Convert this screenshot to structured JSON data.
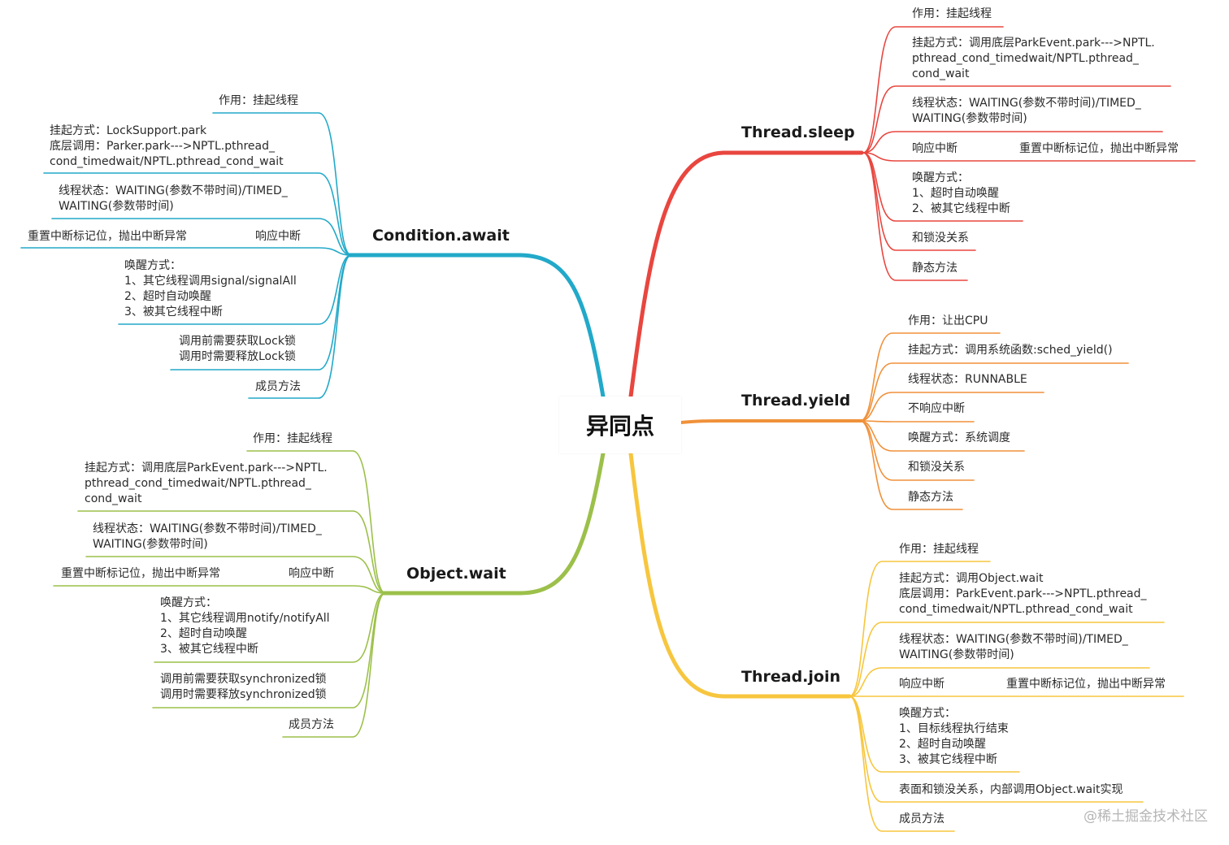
{
  "center": {
    "label": "异同点"
  },
  "colors": {
    "sleep": "#e8463f",
    "yield": "#f0913a",
    "join": "#f7c63f",
    "wait": "#9cc04a",
    "await": "#22a9c9"
  },
  "thread_sleep": {
    "title": "Thread.sleep",
    "effect": "作用：挂起线程",
    "method": "挂起方式：调用底层ParkEvent.park--->NPTL.\npthread_cond_timedwait/NPTL.pthread_\ncond_wait",
    "state": "线程状态：WAITING(参数不带时间)/TIMED_\nWAITING(参数带时间)",
    "interrupt_label": "响应中断",
    "interrupt_detail": "重置中断标记位，抛出中断异常",
    "wakeup": "唤醒方式：\n1、超时自动唤醒\n2、被其它线程中断",
    "lock": "和锁没关系",
    "kind": "静态方法"
  },
  "thread_yield": {
    "title": "Thread.yield",
    "effect": "作用：让出CPU",
    "method": "挂起方式：调用系统函数:sched_yield()",
    "state": "线程状态：RUNNABLE",
    "interrupt": "不响应中断",
    "wakeup": "唤醒方式：系统调度",
    "lock": "和锁没关系",
    "kind": "静态方法"
  },
  "thread_join": {
    "title": "Thread.join",
    "effect": "作用：挂起线程",
    "method": "挂起方式：调用Object.wait\n底层调用：ParkEvent.park--->NPTL.pthread_\ncond_timedwait/NPTL.pthread_cond_wait",
    "state": "线程状态：WAITING(参数不带时间)/TIMED_\nWAITING(参数带时间)",
    "interrupt_label": "响应中断",
    "interrupt_detail": "重置中断标记位，抛出中断异常",
    "wakeup": "唤醒方式：\n1、目标线程执行结束\n2、超时自动唤醒\n3、被其它线程中断",
    "lock": "表面和锁没关系，内部调用Object.wait实现",
    "kind": "成员方法"
  },
  "condition_await": {
    "title": "Condition.await",
    "effect": "作用：挂起线程",
    "method": "挂起方式：LockSupport.park\n底层调用：Parker.park--->NPTL.pthread_\ncond_timedwait/NPTL.pthread_cond_wait",
    "state": "线程状态：WAITING(参数不带时间)/TIMED_\nWAITING(参数带时间)",
    "interrupt_detail": "重置中断标记位，抛出中断异常",
    "interrupt_label": "响应中断",
    "wakeup": "唤醒方式：\n1、其它线程调用signal/signalAll\n2、超时自动唤醒\n3、被其它线程中断",
    "lock": "调用前需要获取Lock锁\n调用时需要释放Lock锁",
    "kind": "成员方法"
  },
  "object_wait": {
    "title": "Object.wait",
    "effect": "作用：挂起线程",
    "method": "挂起方式：调用底层ParkEvent.park--->NPTL.\npthread_cond_timedwait/NPTL.pthread_\ncond_wait",
    "state": "线程状态：WAITING(参数不带时间)/TIMED_\nWAITING(参数带时间)",
    "interrupt_detail": "重置中断标记位，抛出中断异常",
    "interrupt_label": "响应中断",
    "wakeup": "唤醒方式：\n1、其它线程调用notify/notifyAll\n2、超时自动唤醒\n3、被其它线程中断",
    "lock": "调用前需要获取synchronized锁\n调用时需要释放synchronized锁",
    "kind": "成员方法"
  },
  "watermark": "@稀土掘金技术社区"
}
